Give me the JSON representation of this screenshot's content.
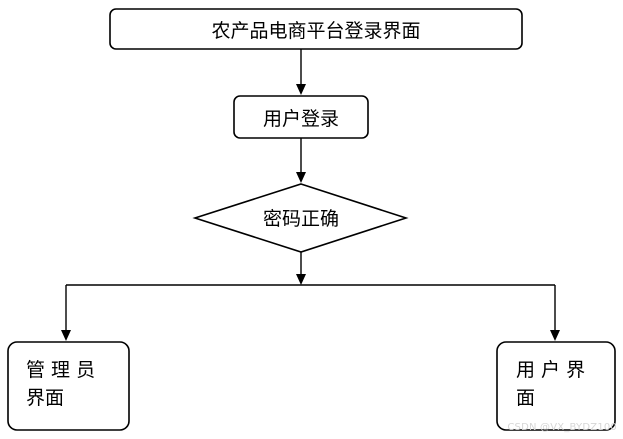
{
  "nodes": {
    "login_page": {
      "label": "农产品电商平台登录界面"
    },
    "user_login": {
      "label": "用户登录"
    },
    "password_check": {
      "label": "密码正确"
    },
    "admin_page": {
      "line1": "管 理 员",
      "line2": "界面"
    },
    "user_page": {
      "line1": "用 户 界",
      "line2": "面"
    }
  },
  "watermark": "CSDN @VX_BYDZ100",
  "colors": {
    "stroke": "#000000",
    "background": "#ffffff",
    "watermark": "#d6d6d6"
  }
}
